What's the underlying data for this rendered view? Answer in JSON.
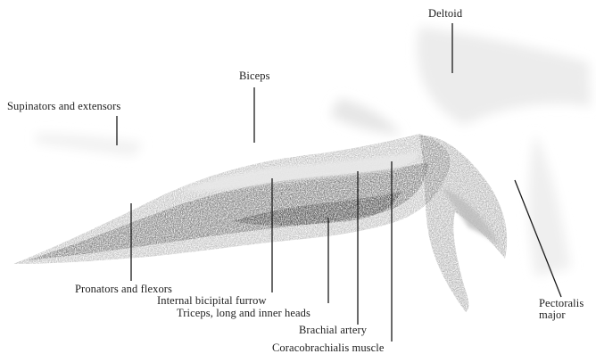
{
  "labels": {
    "deltoid": "Deltoid",
    "biceps": "Biceps",
    "supinators": "Supinators and extensors",
    "pronators": "Pronators and flexors",
    "bicipital_furrow": "Internal bicipital furrow",
    "triceps": "Triceps, long and inner heads",
    "brachial_artery": "Brachial artery",
    "coracobrachialis": "Coracobrachialis muscle",
    "pectoralis_line1": "Pectoralis",
    "pectoralis_line2": "major"
  }
}
